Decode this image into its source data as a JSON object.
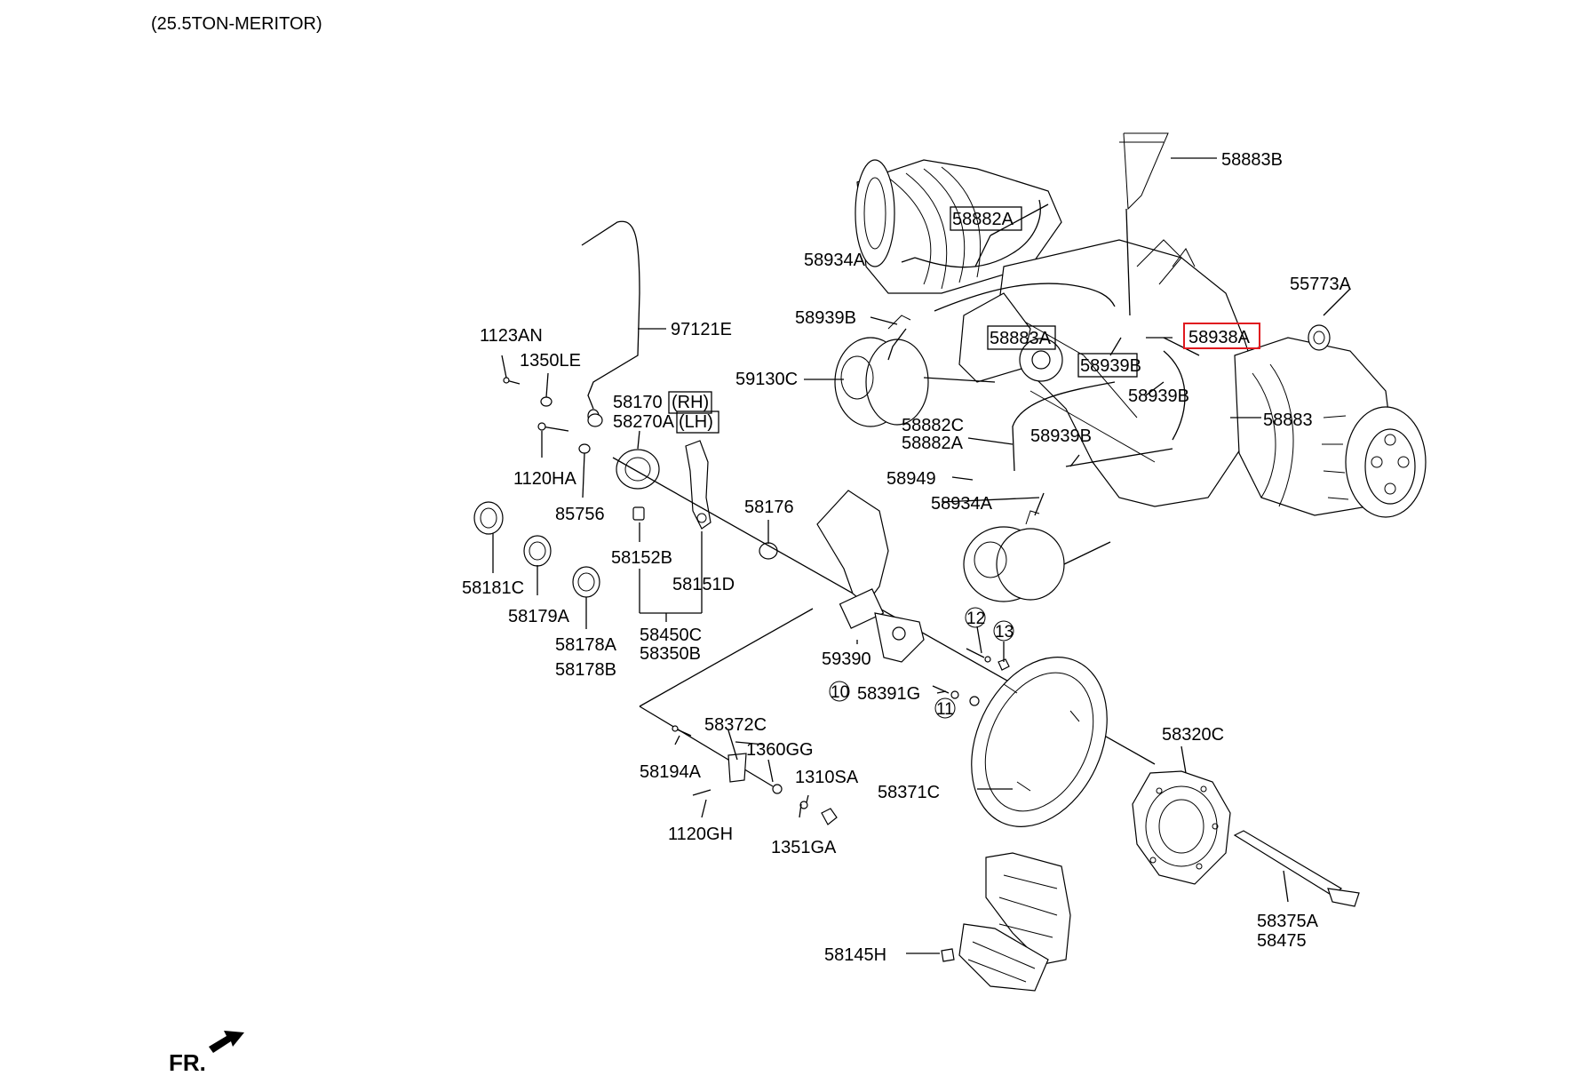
{
  "header": {
    "title": "(25.5TON-MERITOR)"
  },
  "orientation": {
    "label": "FR."
  },
  "labels": {
    "p58883B": "58883B",
    "p58882A_top": "58882A",
    "p58934A_top": "58934A",
    "p55773A": "55773A",
    "p58939B_left": "58939B",
    "p58883A": "58883A",
    "p58938A": "58938A",
    "p58939B_mid": "58939B",
    "p59130C": "59130C",
    "p58939B_right": "58939B",
    "p58883": "58883",
    "p58882C": "58882C",
    "p58882A_low": "58882A",
    "p58939B_low": "58939B",
    "p58949": "58949",
    "p58934A_low": "58934A",
    "p97121E": "97121E",
    "p1123AN": "1123AN",
    "p1350LE": "1350LE",
    "p58170": "58170",
    "p58170_side": "(RH)",
    "p58270A": "58270A",
    "p58270A_side": "(LH)",
    "p1120HA": "1120HA",
    "p85756": "85756",
    "p58176": "58176",
    "p58152B": "58152B",
    "p58151D": "58151D",
    "p58181C": "58181C",
    "p58179A": "58179A",
    "p58178A": "58178A",
    "p58178B": "58178B",
    "p58450C": "58450C",
    "p58350B": "58350B",
    "p59390": "59390",
    "p12": "12",
    "p13": "13",
    "p10": "10",
    "p58391G": "58391G",
    "p11": "11",
    "p58372C": "58372C",
    "p1360GG": "1360GG",
    "p58194A": "58194A",
    "p1310SA": "1310SA",
    "p1120GH": "1120GH",
    "p1351GA": "1351GA",
    "p58320C": "58320C",
    "p58371C": "58371C",
    "p58375A": "58375A",
    "p58475": "58475",
    "p58145H": "58145H"
  },
  "highlight": {
    "part": "58938A",
    "color": "#e0191f"
  }
}
